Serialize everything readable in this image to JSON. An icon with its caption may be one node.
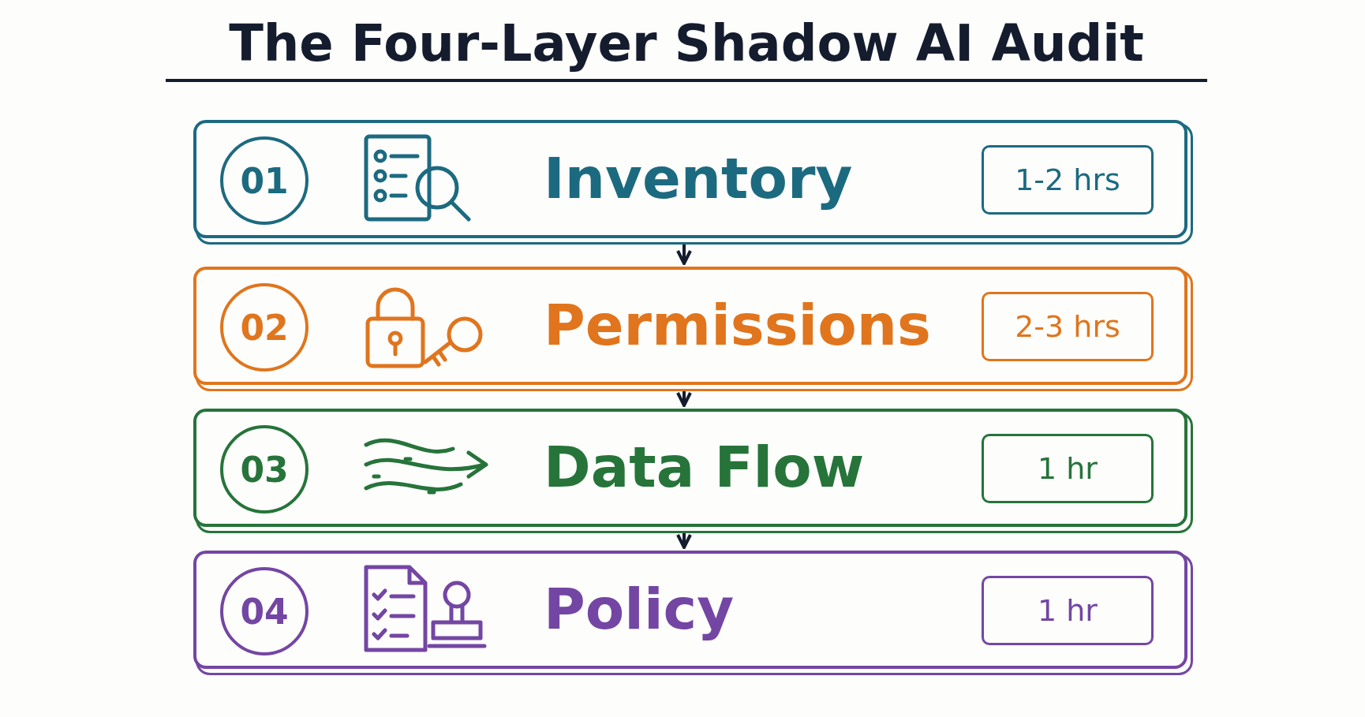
{
  "diagram": {
    "title": "The Four-Layer Shadow AI Audit",
    "nodes": [
      {
        "text": [
          "Inventory"
        ]
      },
      {
        "text": [
          "01"
        ],
        "in": 0
      },
      {
        "text": [
          "1-2 hrs"
        ],
        "in": 0
      },
      {
        "text": [
          "Permissions"
        ]
      },
      {
        "text": [
          "02"
        ],
        "in": 3
      },
      {
        "text": [
          "2-3 hrs"
        ],
        "in": 3
      },
      {
        "text": [
          "Data Flow"
        ]
      },
      {
        "text": [
          "03"
        ],
        "in": 6
      },
      {
        "text": [
          "1 hr"
        ],
        "in": 6
      },
      {
        "text": [
          "Policy"
        ]
      },
      {
        "text": [
          "04"
        ],
        "in": 9
      },
      {
        "text": [
          "1 hr"
        ],
        "in": 9
      }
    ],
    "edges": [
      {
        "from": 0,
        "to": 3,
        "arrow": "to"
      },
      {
        "from": 3,
        "to": 6,
        "arrow": "to"
      },
      {
        "from": 6,
        "to": 9,
        "arrow": "to"
      }
    ]
  }
}
